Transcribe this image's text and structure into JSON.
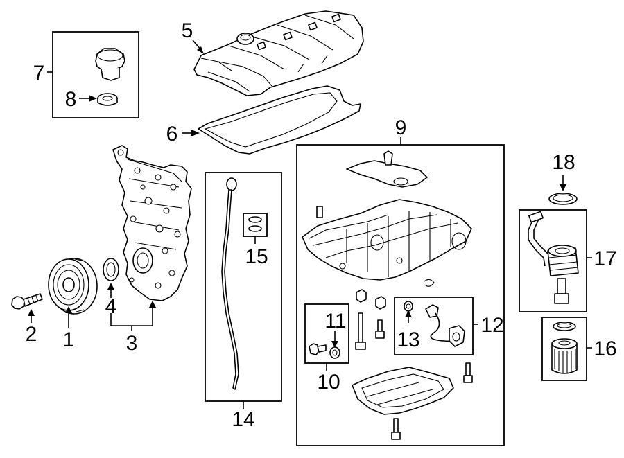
{
  "callouts": {
    "c1": "1",
    "c2": "2",
    "c3": "3",
    "c4": "4",
    "c5": "5",
    "c6": "6",
    "c7": "7",
    "c8": "8",
    "c9": "9",
    "c10": "10",
    "c11": "11",
    "c12": "12",
    "c13": "13",
    "c14": "14",
    "c15": "15",
    "c16": "16",
    "c17": "17",
    "c18": "18"
  },
  "parts": {
    "crankshaft_pulley_bolt": "crankshaft-pulley-bolt-icon",
    "crankshaft_pulley": "crankshaft-pulley-icon",
    "timing_cover": "timing-cover-icon",
    "front_crank_seal": "crank-seal-icon",
    "valve_cover": "valve-cover-icon",
    "valve_cover_gasket": "valve-cover-gasket-icon",
    "oil_filler_cap": "oil-filler-cap-icon",
    "cap_seal": "cap-seal-icon",
    "oil_pan": "oil-pan-icon",
    "drain_plug": "drain-plug-icon",
    "drain_plug_gasket": "drain-plug-gasket-icon",
    "oil_level_sensor": "oil-level-sensor-icon",
    "sensor_seal": "sensor-seal-icon",
    "oil_dipstick": "oil-dipstick-icon",
    "dipstick_seals": "dipstick-seal-icon",
    "oil_filter": "oil-filter-icon",
    "oil_cooler": "oil-cooler-icon",
    "cooler_seal": "cooler-seal-icon"
  }
}
